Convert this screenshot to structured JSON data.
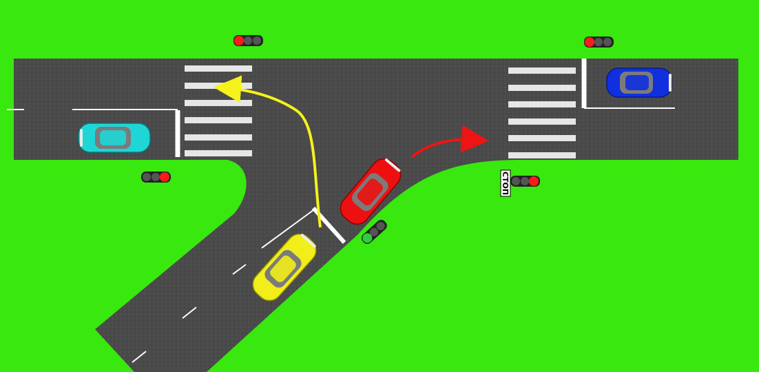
{
  "scene": {
    "background_color": "#38E80E",
    "road_color": "#4a4a4a",
    "marking_color": "#ffffff"
  },
  "sign": {
    "stop_text": "СТОП"
  },
  "traffic_lights": [
    {
      "id": "top-left",
      "active": "red",
      "active_color": "#ff1a1a"
    },
    {
      "id": "top-right",
      "active": "red",
      "active_color": "#ff1a1a"
    },
    {
      "id": "left-lower",
      "active": "red",
      "active_color": "#ff1a1a"
    },
    {
      "id": "right-lower",
      "active": "red",
      "active_color": "#ff1a1a"
    },
    {
      "id": "diagonal",
      "active": "green",
      "active_color": "#2ecc40"
    }
  ],
  "cars": [
    {
      "id": "cyan-car",
      "color": "#1fd6d6"
    },
    {
      "id": "blue-car",
      "color": "#1030e0"
    },
    {
      "id": "red-car",
      "color": "#ee1010"
    },
    {
      "id": "yellow-car",
      "color": "#f2ee1a"
    }
  ],
  "arrows": [
    {
      "id": "yellow-arrow",
      "color": "#f5f21c",
      "meaning": "left"
    },
    {
      "id": "red-arrow",
      "color": "#ee1414",
      "meaning": "right"
    }
  ]
}
